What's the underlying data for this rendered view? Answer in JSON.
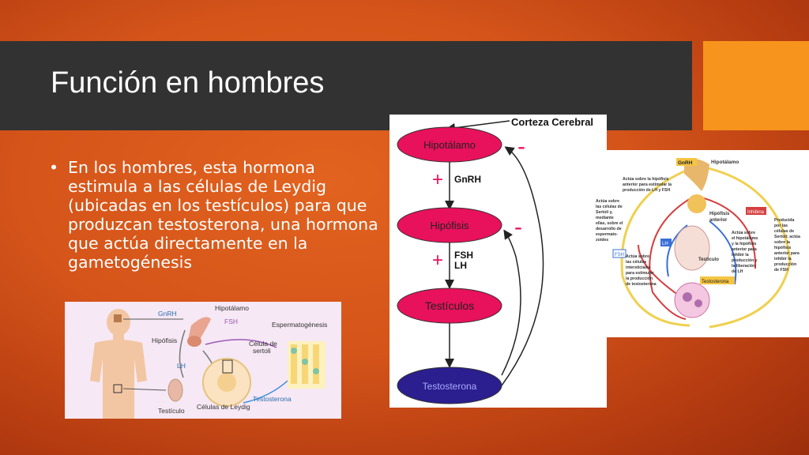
{
  "slide": {
    "title": "Función en hombres",
    "bullet": "•",
    "body": "En los hombres, esta hormona estimula a las células de Leydig (ubicadas en los testículos) para que produzcan testosterona, una hormona que actúa directamente en la gametogénesis"
  },
  "left_diagram": {
    "labels": {
      "gnrh": "GnRH",
      "hipotalamo": "Hipotálamo",
      "fsh": "FSH",
      "espermatogenesis": "Espermatogénesis",
      "hipofisis": "Hipófisis",
      "celula_de": "Célula de",
      "sertoli": "sertoli",
      "lh": "LH",
      "testosterona": "Testosterona",
      "testiculo": "Testículo",
      "leydig": "Células de Leydig"
    }
  },
  "center_diagram": {
    "corteza": "Corteza Cerebral",
    "nodes": [
      "Hipotálamo",
      "Hipófisis",
      "Testículos",
      "Testosterona"
    ],
    "gnrh": "GnRH",
    "fsh": "FSH",
    "lh": "LH",
    "plus": "+",
    "minus": "-"
  },
  "right_diagram": {
    "labels": {
      "gnrh": "GnRH",
      "hipotalamo": "Hipotálamo",
      "hipofisis_line1": "Hipófisis",
      "hipofisis_line2": "anterior",
      "inhibina": "Inhibina",
      "fsh": "FSH",
      "lh": "LH",
      "testiculo": "Testículo",
      "testosterona": "Testosterona",
      "note_top": [
        "Actúa sobre la hipófisis",
        "anterior para estimular la",
        "producción de LH y FSH"
      ],
      "note_left": [
        "Actúa sobre",
        "las células de",
        "Sertoli y,",
        "mediante",
        "ellas, sobre el",
        "desarrollo de",
        "espermato-",
        "zoides"
      ],
      "note_mid": [
        "Actúa sobre",
        "el hipotálamo",
        "y la hipófisis",
        "anterior para",
        "inhibir la",
        "producción y",
        "la liberación",
        "de LH"
      ],
      "note_bottom": [
        "Actúa sobre",
        "las células",
        "intersticiales",
        "para estimular",
        "la producción",
        "de testosterona"
      ],
      "note_right": [
        "Producida",
        "por las",
        "células de",
        "Sertoli; actúa",
        "sobre la",
        "hipófisis",
        "anterior para",
        "inhibir la",
        "producción",
        "de FSH"
      ]
    }
  },
  "colors": {
    "background": "#d4541a",
    "title_bar": "#323232",
    "accent": "#f7941d",
    "node_pink": "#e8115b",
    "node_navy": "#2b1e8f",
    "plus_minus": "#e8115b"
  }
}
